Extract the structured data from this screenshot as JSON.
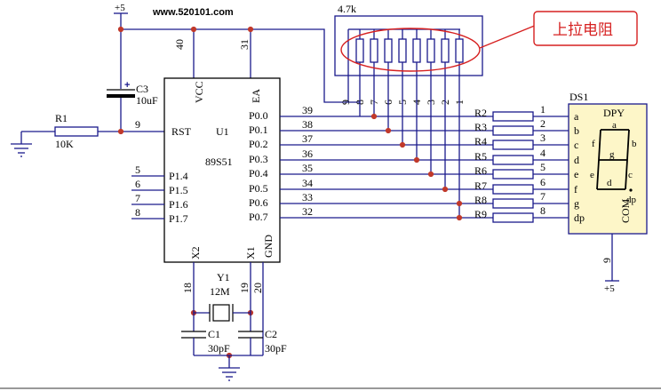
{
  "site_url": "www.520101.com",
  "callout_label": "上拉电阻",
  "power_top": "+5",
  "power_bottom": "+5",
  "mcu": {
    "ref": "U1",
    "part": "89S51",
    "vcc": "VCC",
    "ea": "EA",
    "rst": "RST",
    "x1": "X1",
    "x2": "X2",
    "gnd": "GND",
    "pin_vcc": "40",
    "pin_ea": "31",
    "pin_rst": "9",
    "pin_x2": "18",
    "pin_x1": "19",
    "pin_gnd": "20",
    "p1_pins": [
      {
        "num": "5",
        "label": "P1.4"
      },
      {
        "num": "6",
        "label": "P1.5"
      },
      {
        "num": "7",
        "label": "P1.6"
      },
      {
        "num": "8",
        "label": "P1.7"
      }
    ],
    "p0_pins": [
      {
        "num": "39",
        "label": "P0.0"
      },
      {
        "num": "38",
        "label": "P0.1"
      },
      {
        "num": "37",
        "label": "P0.2"
      },
      {
        "num": "36",
        "label": "P0.3"
      },
      {
        "num": "35",
        "label": "P0.4"
      },
      {
        "num": "34",
        "label": "P0.5"
      },
      {
        "num": "33",
        "label": "P0.6"
      },
      {
        "num": "32",
        "label": "P0.7"
      }
    ]
  },
  "c3": {
    "ref": "C3",
    "value": "10uF",
    "polarity": "+"
  },
  "r1": {
    "ref": "R1",
    "value": "10K"
  },
  "y1": {
    "ref": "Y1",
    "value": "12M"
  },
  "c1": {
    "ref": "C1",
    "value": "30pF"
  },
  "c2": {
    "ref": "C2",
    "value": "30pF"
  },
  "rpack": {
    "value": "4.7k",
    "pins": [
      "9",
      "8",
      "7",
      "6",
      "5",
      "4",
      "3",
      "2",
      "1"
    ]
  },
  "resistors": [
    "R2",
    "R3",
    "R4",
    "R5",
    "R6",
    "R7",
    "R8",
    "R9"
  ],
  "display": {
    "ref": "DS1",
    "type": "DPY",
    "pin_numbers": [
      "1",
      "2",
      "3",
      "4",
      "5",
      "6",
      "7",
      "8"
    ],
    "pin_labels": [
      "a",
      "b",
      "c",
      "d",
      "e",
      "f",
      "g",
      "dp"
    ],
    "com": "COM",
    "com_pin": "9",
    "segments": {
      "a": "a",
      "b": "b",
      "c": "c",
      "d": "d",
      "e": "e",
      "f": "f",
      "g": "g",
      "dp": "dp"
    }
  },
  "colors": {
    "wire": "#1a1a8c",
    "callout": "#d62020",
    "display_fill": "#fdf6c8",
    "junction": "#c0392b"
  }
}
